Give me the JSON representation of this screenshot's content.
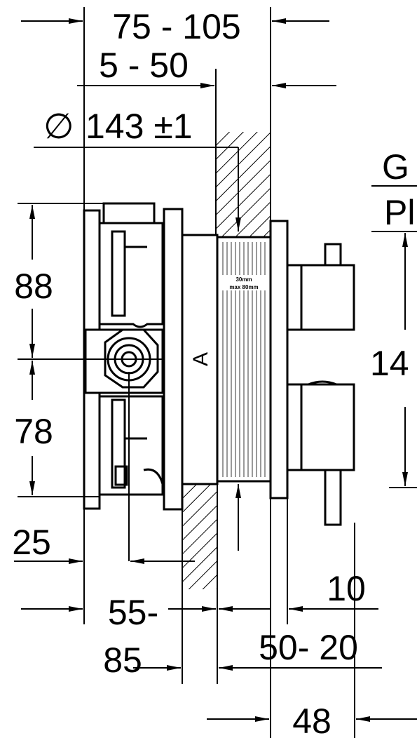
{
  "dimensions": {
    "top_width": "75 - 105",
    "wall_offset": "5 - 50",
    "cutout_dia": "143 ±1",
    "upper_height": "88",
    "lower_height": "78",
    "left_offset": "25",
    "install_depth_a": "55-",
    "install_depth_b": "85",
    "plate_thickness": "10",
    "front_range": "50- 20",
    "bottom_depth": "48",
    "right_height": "14",
    "right_label_top": "G",
    "right_label_bottom": "Pl"
  },
  "marks": {
    "body_letter": "A",
    "diameter_symbol": "∅",
    "scale_text_top": "30mm",
    "scale_text_bottom": "max 80mm"
  }
}
